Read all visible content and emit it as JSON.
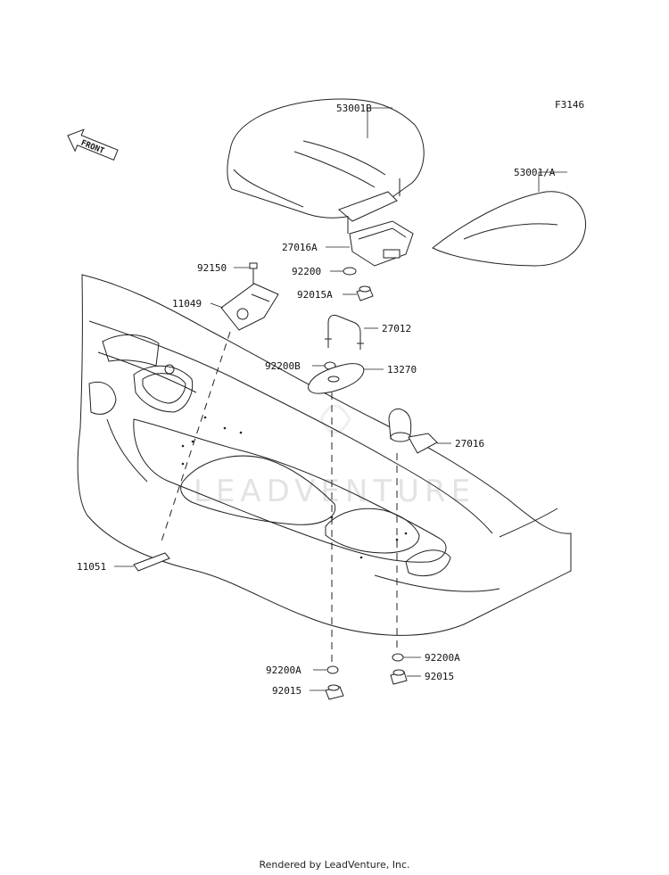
{
  "figure_code": "F3146",
  "front_arrow_label": "FRONT",
  "watermark": "LEADVENTURE",
  "footer": "Rendered by LeadVenture, Inc.",
  "parts": {
    "p53001B": "53001B",
    "p53001A": "53001/A",
    "p27016A": "27016A",
    "p92150": "92150",
    "p92200": "92200",
    "p11049": "11049",
    "p92015A": "92015A",
    "p27012": "27012",
    "p92200B": "92200B",
    "p13270": "13270",
    "p27016": "27016",
    "p11051": "11051",
    "p92200A_left": "92200A",
    "p92015_left": "92015",
    "p92200A_right": "92200A",
    "p92015_right": "92015"
  }
}
